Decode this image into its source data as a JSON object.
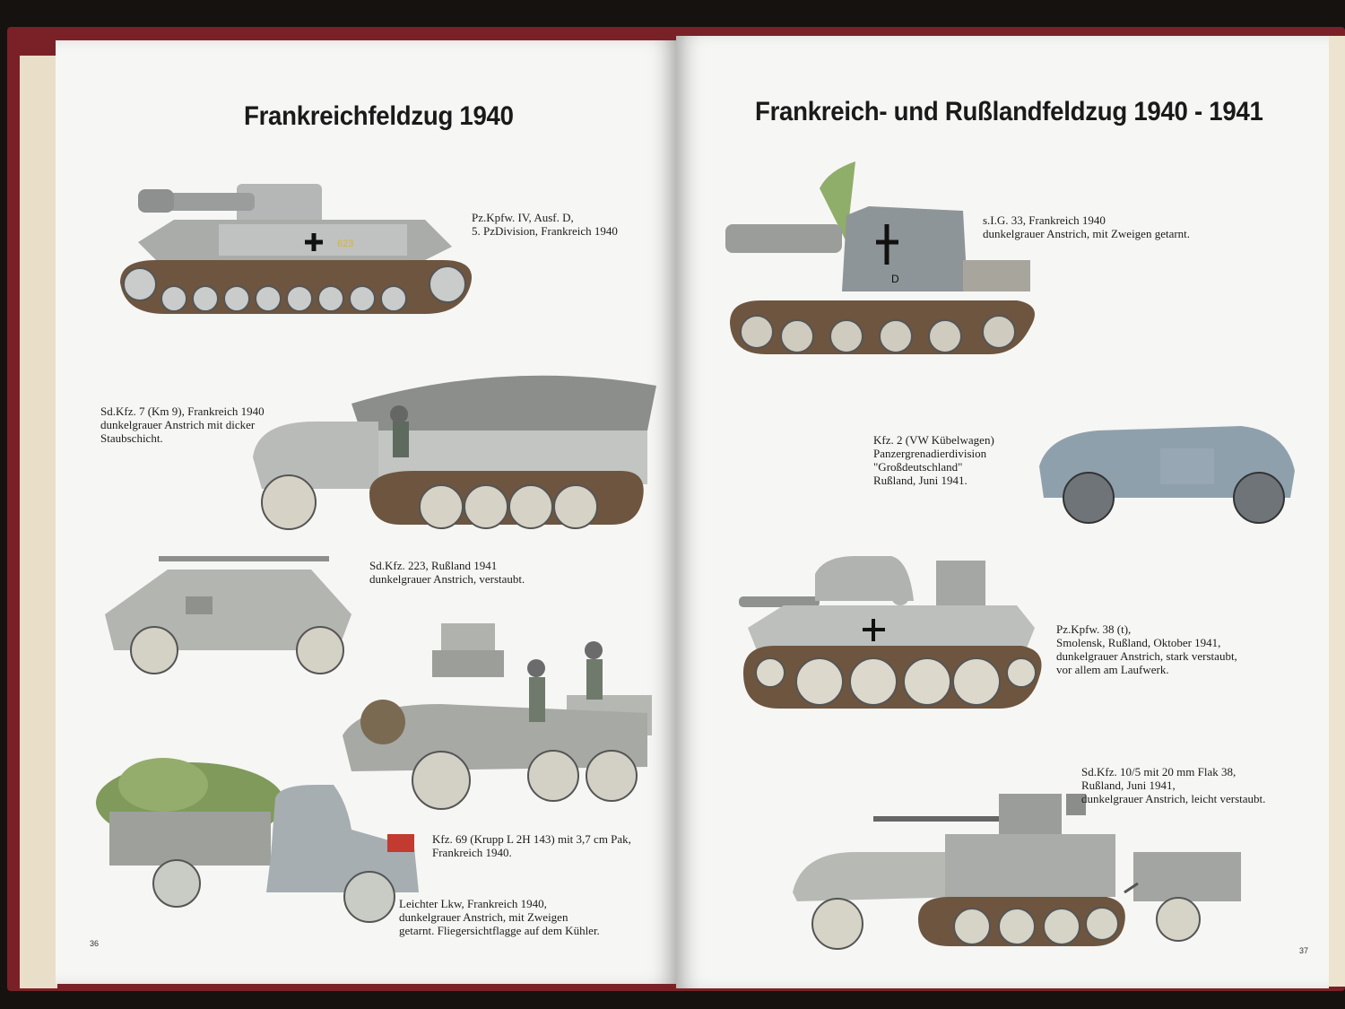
{
  "left_page": {
    "title": "Frankreichfeldzug 1940",
    "page_number": "36",
    "captions": {
      "pzkpfw_iv": [
        "Pz.Kpfw. IV, Ausf. D,",
        "5. PzDivision, Frankreich 1940"
      ],
      "sdkfz7": [
        "Sd.Kfz. 7 (Km 9), Frankreich 1940",
        "dunkelgrauer Anstrich mit dicker",
        "Staubschicht."
      ],
      "sdkfz223": [
        "Sd.Kfz. 223, Rußland 1941",
        "dunkelgrauer Anstrich, verstaubt."
      ],
      "kfz69": [
        "Kfz. 69 (Krupp L 2H 143) mit 3,7 cm Pak,",
        "Frankreich 1940."
      ],
      "lkw": [
        "Leichter Lkw, Frankreich 1940,",
        "dunkelgrauer Anstrich, mit Zweigen",
        "getarnt. Fliegersichtflagge auf dem Kühler."
      ]
    }
  },
  "right_page": {
    "title": "Frankreich- und Rußlandfeldzug 1940 - 1941",
    "page_number": "37",
    "captions": {
      "sig33": [
        "s.I.G. 33, Frankreich 1940",
        "dunkelgrauer Anstrich, mit Zweigen getarnt."
      ],
      "kfz2": [
        "Kfz. 2 (VW Kübelwagen)",
        "Panzergrenadierdivision",
        "\"Großdeutschland\"",
        "Rußland, Juni 1941."
      ],
      "pzkpfw38t": [
        "Pz.Kpfw. 38 (t),",
        "Smolensk, Rußland, Oktober 1941,",
        "dunkelgrauer Anstrich, stark verstaubt,",
        "vor allem am Laufwerk."
      ],
      "sdkfz10": [
        "Sd.Kfz. 10/5 mit 20 mm Flak 38,",
        "Rußland, Juni 1941,",
        "dunkelgrauer Anstrich, leicht verstaubt."
      ]
    }
  },
  "markings": {
    "tank_number": "623",
    "sig_letter": "D"
  },
  "colors": {
    "vehicle_grey": "#a9aca9",
    "dark_grey": "#5b5e5c",
    "track": "#6d5540",
    "foliage": "#7f9a5a",
    "page": "#f6f6f4",
    "cover": "#7a2128"
  }
}
